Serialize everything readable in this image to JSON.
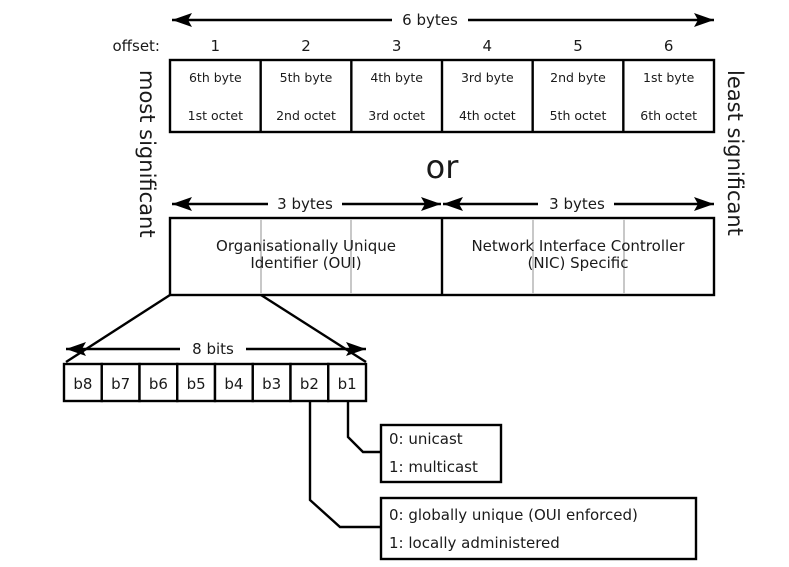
{
  "title_span": "6 bytes",
  "offset_label": "offset:",
  "offsets": [
    "1",
    "2",
    "3",
    "4",
    "5",
    "6"
  ],
  "bytes": [
    {
      "byte": "6th byte",
      "octet": "1st octet"
    },
    {
      "byte": "5th byte",
      "octet": "2nd octet"
    },
    {
      "byte": "4th byte",
      "octet": "3rd octet"
    },
    {
      "byte": "3rd byte",
      "octet": "4th octet"
    },
    {
      "byte": "2nd byte",
      "octet": "5th octet"
    },
    {
      "byte": "1st byte",
      "octet": "6th octet"
    }
  ],
  "or_label": "or",
  "left_side_label": "most significant",
  "right_side_label": "least significant",
  "oui": {
    "span": "3 bytes",
    "line1": "Organisationally Unique",
    "line2": "Identifier (OUI)"
  },
  "nic": {
    "span": "3 bytes",
    "line1": "Network Interface Controller",
    "line2": "(NIC) Specific"
  },
  "bits_span": "8 bits",
  "bits": [
    "b8",
    "b7",
    "b6",
    "b5",
    "b4",
    "b3",
    "b2",
    "b1"
  ],
  "b1_legend": {
    "line1": "0: unicast",
    "line2": "1: multicast"
  },
  "b2_legend": {
    "line1": "0: globally unique (OUI enforced)",
    "line2": "1: locally administered"
  }
}
